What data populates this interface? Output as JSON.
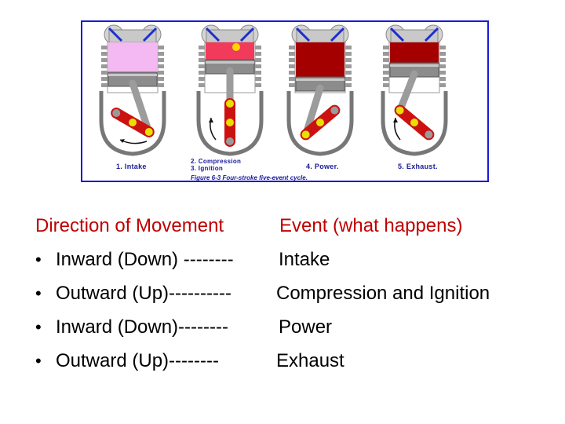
{
  "figure": {
    "stroke_labels": [
      "1. Intake",
      "2. Compression",
      "3. Ignition",
      "4. Power.",
      "5. Exhaust."
    ],
    "caption": "Figure 6-3 Four-stroke five-event cycle.",
    "colors": {
      "intake_charge": "#f4b8f2",
      "compression_charge": "#f23a5a",
      "combustion": "#a50000",
      "crank_yellow": "#e8e000",
      "crank_red": "#cc1111",
      "frame_border": "#1a1ad8",
      "valve_blue": "#1b2fd0"
    }
  },
  "table": {
    "header_left": "Direction of Movement",
    "header_right": "Event (what happens)",
    "bullet": "•",
    "rows": [
      {
        "direction": "Inward (Down) --------",
        "event": "Intake"
      },
      {
        "direction": "Outward (Up)----------",
        "event": "Compression and Ignition"
      },
      {
        "direction": "Inward (Down)--------",
        "event": "Power"
      },
      {
        "direction": "Outward (Up)--------",
        "event": "Exhaust"
      }
    ]
  }
}
